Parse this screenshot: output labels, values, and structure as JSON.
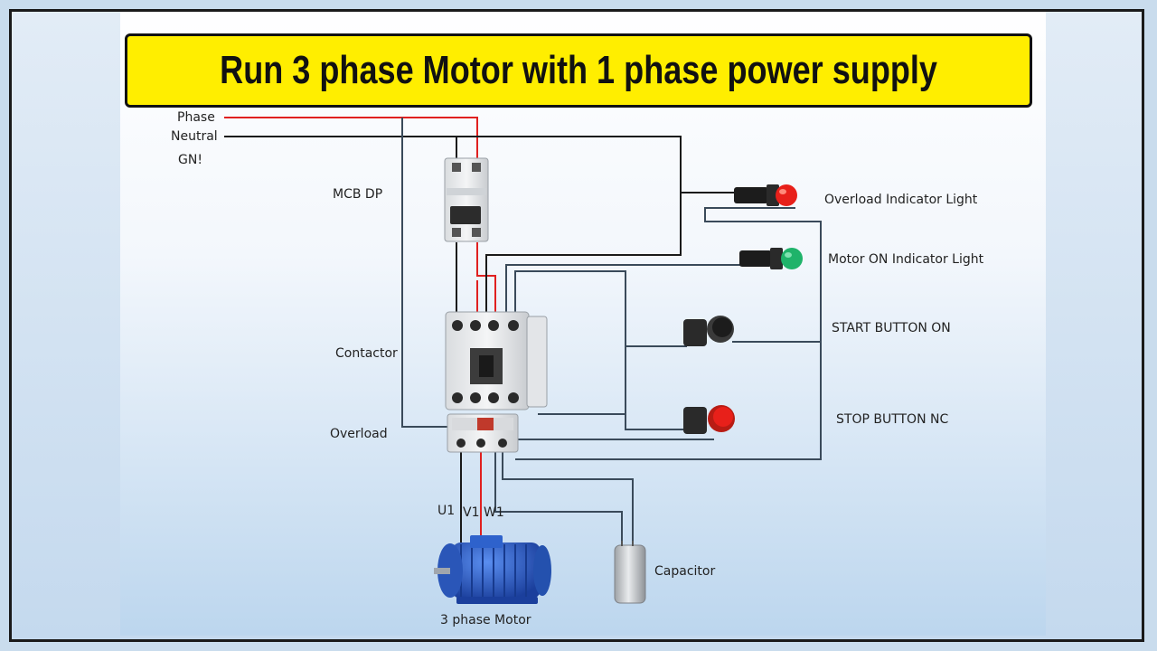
{
  "title": "Run 3 phase Motor with 1 phase power supply",
  "supply_labels": {
    "phase": "Phase",
    "neutral": "Neutral",
    "ground": "GN!"
  },
  "component_labels": {
    "mcb": "MCB DP",
    "contactor": "Contactor",
    "overload": "Overload",
    "overload_light": "Overload Indicator Light",
    "motor_on_light": "Motor ON Indicator Light",
    "start_button": "START BUTTON ON",
    "stop_button": "STOP BUTTON NC",
    "capacitor": "Capacitor",
    "motor": "3 phase Motor"
  },
  "terminal_labels": {
    "u1": "U1",
    "v1": "V1",
    "w1": "W1"
  },
  "colors": {
    "title_bg": "#ffee00",
    "phase_wire": "#e02020",
    "neutral_wire": "#1a1a1a",
    "control_wire": "#3a4a5a",
    "red_light": "#e8201a",
    "green_light": "#1fb36a",
    "motor_body": "#2a5fc8"
  }
}
